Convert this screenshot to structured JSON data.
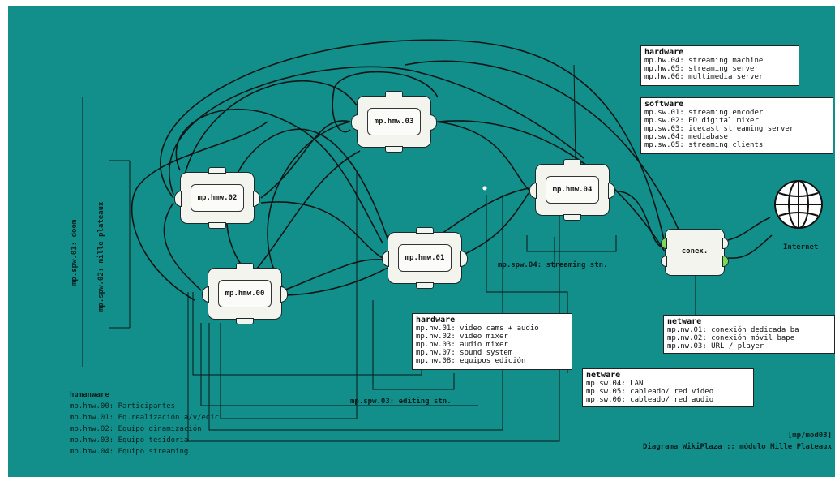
{
  "nodes": {
    "hmw00": "mp.hmw.00",
    "hmw01": "mp.hmw.01",
    "hmw02": "mp.hmw.02",
    "hmw03": "mp.hmw.03",
    "hmw04": "mp.hmw.04",
    "conex": "conex."
  },
  "internet_label": "Internet",
  "boxes": {
    "hw_top": {
      "title": "hardware",
      "lines": [
        "mp.hw.04: streaming machine",
        "mp.hw.05: streaming server",
        "mp.hw.06: multimedia server"
      ]
    },
    "sw_top": {
      "title": "software",
      "lines": [
        "mp.sw.01: streaming encoder",
        "mp.sw.02: PD digital mixer",
        "mp.sw.03: icecast streaming server",
        "mp.sw.04: mediabase",
        "mp.sw.05: streaming clients"
      ]
    },
    "hw_mid": {
      "title": "hardware",
      "lines": [
        "mp.hw.01: video cams + audio",
        "mp.hw.02: video mixer",
        "mp.hw.03: audio mixer",
        "mp.hw.07: sound system",
        "mp.hw.08: equipos edición"
      ]
    },
    "netware_mid": {
      "title": "netware",
      "lines": [
        "mp.sw.04: LAN",
        "mp.sw.05: cableado/ red video",
        "mp.sw.06: cableado/ red audio"
      ]
    },
    "netware_right": {
      "title": "netware",
      "lines": [
        "mp.nw.01: conexión dedicada ba",
        "mp.nw.02: conexión móvil bape",
        "mp.nw.03: URL / player"
      ]
    }
  },
  "labels": {
    "spw01": "mp.spw.01: doom",
    "spw02": "mp.spw.02: mille plateaux",
    "spw03": "mp.spw.03: editing stn.",
    "spw04": "mp.spw.04: streaming stn."
  },
  "legend": {
    "title": "humanware",
    "items": [
      "mp.hmw.00: Participantes",
      "mp.hmw.01: Eq.realización a/v/edic.",
      "mp.hmw.02: Equipo dinamización",
      "mp.hmw.03: Equipo tesidoria",
      "mp.hmw.04: Equipo streaming"
    ]
  },
  "footer": {
    "code": "[mp/mod03]",
    "title": "Diagrama WikiPlaza :: módulo Mille Plateaux"
  }
}
